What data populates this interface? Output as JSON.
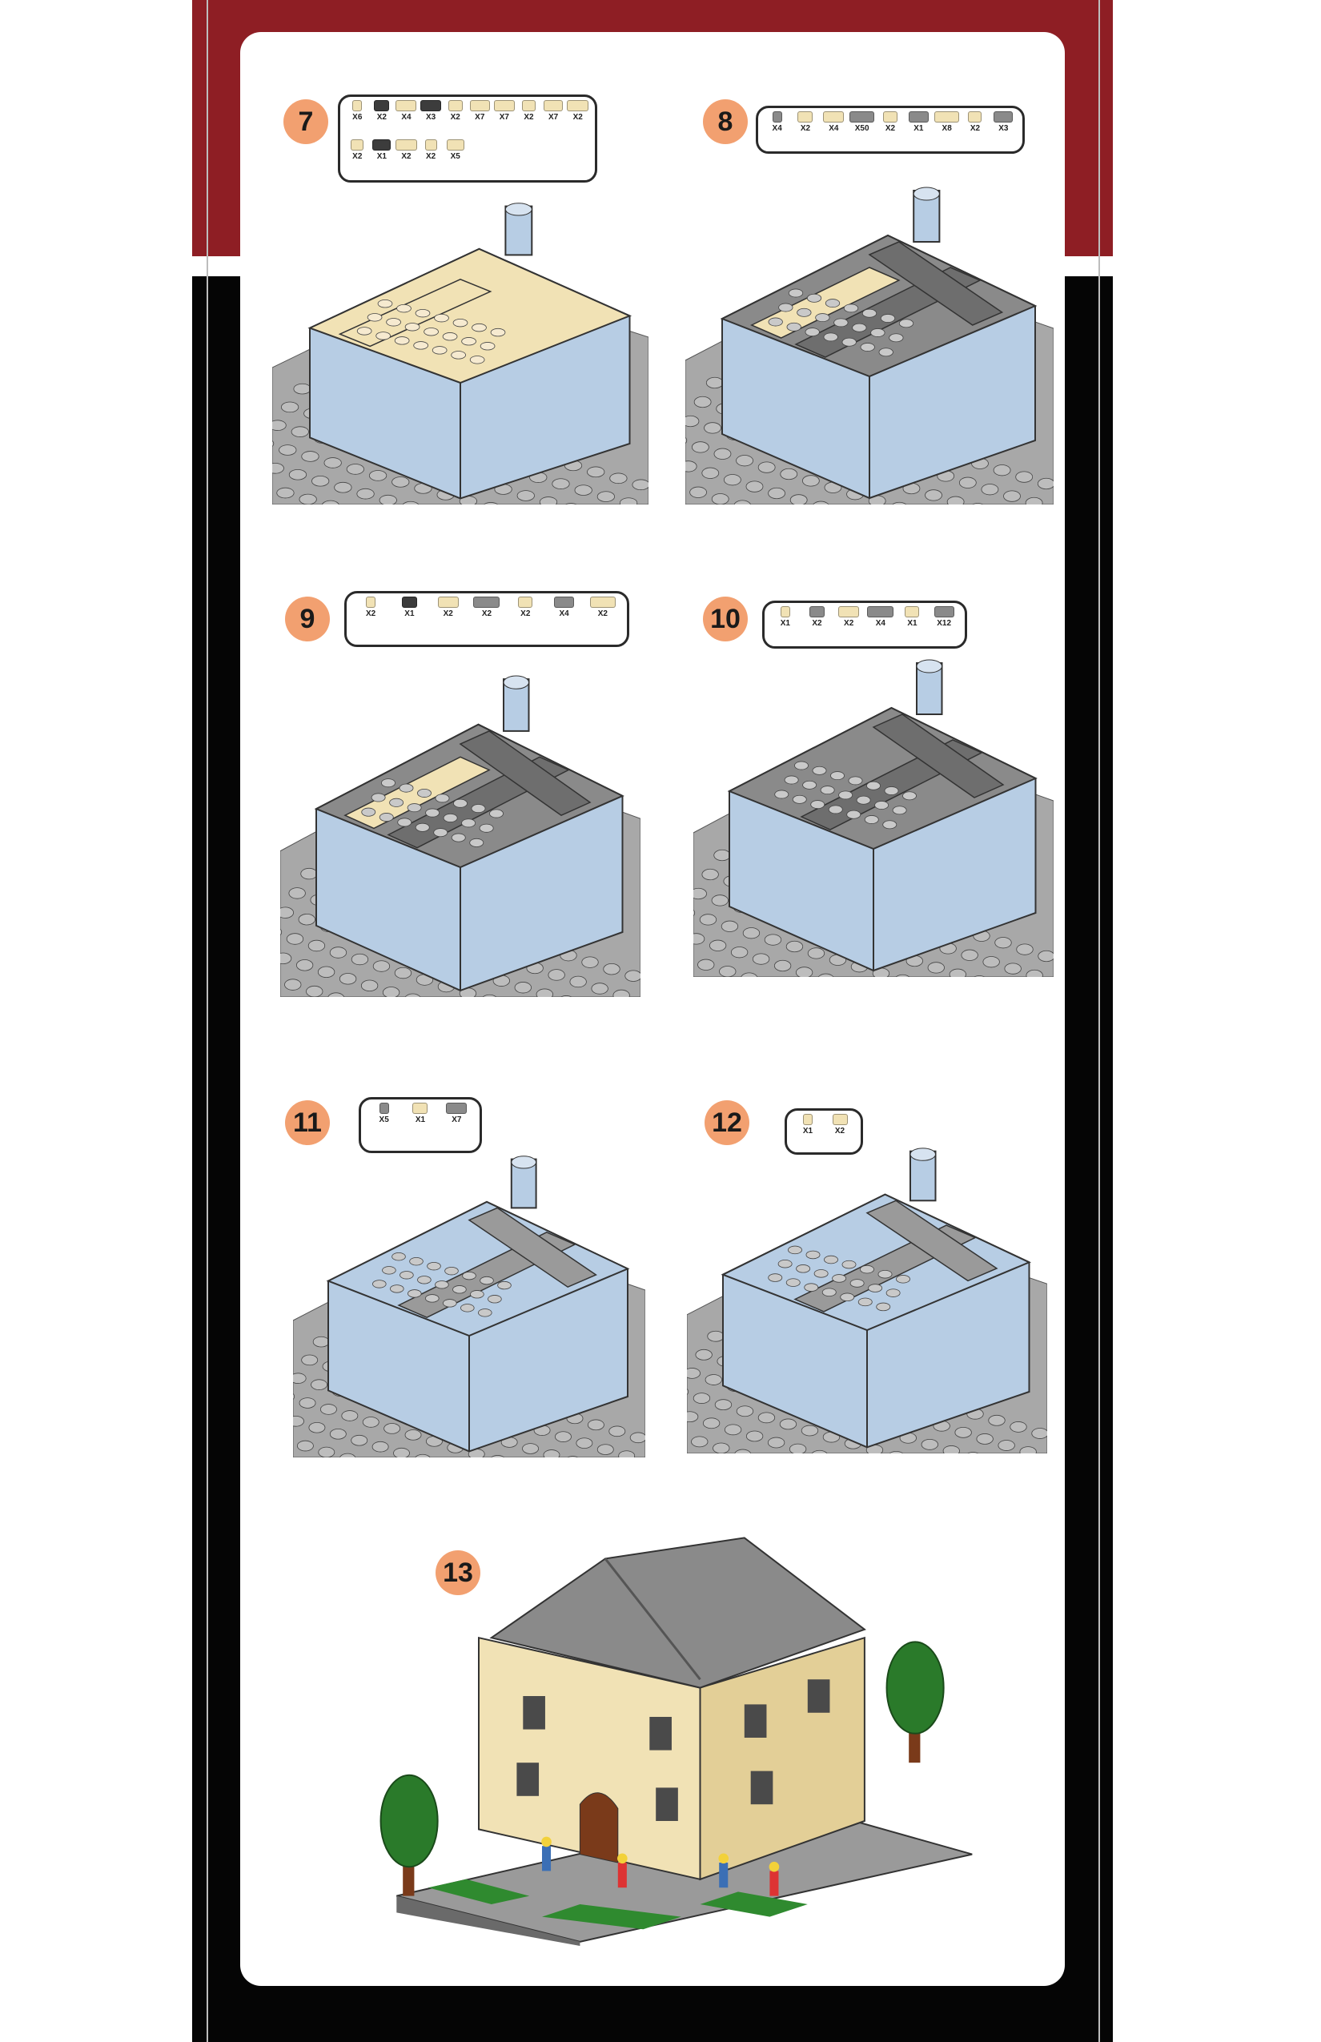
{
  "colors": {
    "frame_top": "#8e1e24",
    "frame_body": "#050505",
    "badge": "#f2a070",
    "tan": "#f1e2b5",
    "light_blue": "#b7cde4",
    "grey": "#8a8a8a",
    "dark_grey": "#3c3c3c",
    "base_grey": "#9a9a9a"
  },
  "steps": [
    {
      "number": "7",
      "parts": [
        {
          "qty": "X6",
          "color": "tan"
        },
        {
          "qty": "X2",
          "color": "dark_grey"
        },
        {
          "qty": "X4",
          "color": "tan"
        },
        {
          "qty": "X3",
          "color": "dark_grey"
        },
        {
          "qty": "X2",
          "color": "tan"
        },
        {
          "qty": "X7",
          "color": "tan"
        },
        {
          "qty": "X7",
          "color": "tan"
        },
        {
          "qty": "X2",
          "color": "tan"
        },
        {
          "qty": "X7",
          "color": "tan"
        },
        {
          "qty": "X2",
          "color": "tan"
        },
        {
          "qty": "X2",
          "color": "tan"
        },
        {
          "qty": "X1",
          "color": "dark_grey"
        },
        {
          "qty": "X2",
          "color": "tan"
        },
        {
          "qty": "X2",
          "color": "tan"
        },
        {
          "qty": "X5",
          "color": "tan"
        }
      ]
    },
    {
      "number": "8",
      "parts": [
        {
          "qty": "X4",
          "color": "grey"
        },
        {
          "qty": "X2",
          "color": "tan"
        },
        {
          "qty": "X4",
          "color": "tan"
        },
        {
          "qty": "X50",
          "color": "grey"
        },
        {
          "qty": "X2",
          "color": "tan"
        },
        {
          "qty": "X1",
          "color": "grey"
        },
        {
          "qty": "X8",
          "color": "tan"
        },
        {
          "qty": "X2",
          "color": "tan"
        },
        {
          "qty": "X3",
          "color": "grey"
        }
      ]
    },
    {
      "number": "9",
      "parts": [
        {
          "qty": "X2",
          "color": "tan"
        },
        {
          "qty": "X1",
          "color": "dark_grey"
        },
        {
          "qty": "X2",
          "color": "tan"
        },
        {
          "qty": "X2",
          "color": "grey"
        },
        {
          "qty": "X2",
          "color": "tan"
        },
        {
          "qty": "X4",
          "color": "grey"
        },
        {
          "qty": "X2",
          "color": "tan"
        }
      ]
    },
    {
      "number": "10",
      "parts": [
        {
          "qty": "X1",
          "color": "tan"
        },
        {
          "qty": "X2",
          "color": "grey"
        },
        {
          "qty": "X2",
          "color": "tan"
        },
        {
          "qty": "X4",
          "color": "grey"
        },
        {
          "qty": "X1",
          "color": "tan"
        },
        {
          "qty": "X12",
          "color": "grey"
        }
      ]
    },
    {
      "number": "11",
      "parts": [
        {
          "qty": "X5",
          "color": "grey"
        },
        {
          "qty": "X1",
          "color": "tan"
        },
        {
          "qty": "X7",
          "color": "grey"
        }
      ]
    },
    {
      "number": "12",
      "parts": [
        {
          "qty": "X1",
          "color": "tan"
        },
        {
          "qty": "X2",
          "color": "tan"
        }
      ]
    },
    {
      "number": "13",
      "parts": []
    }
  ]
}
